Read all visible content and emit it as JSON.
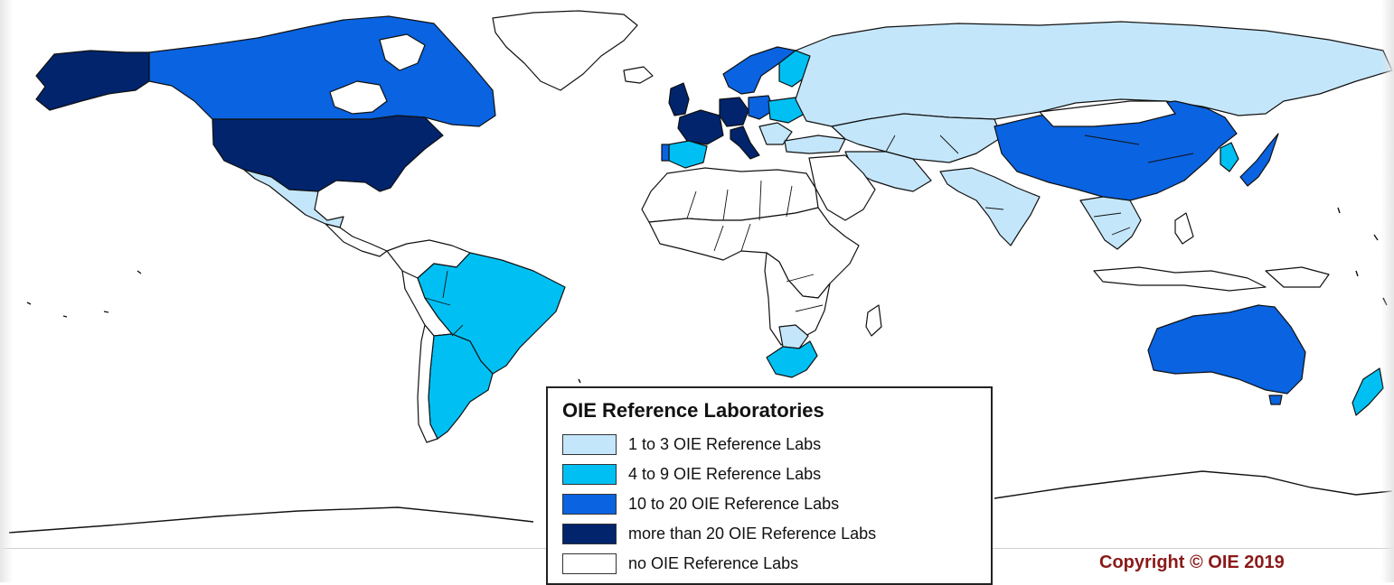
{
  "legend": {
    "title": "OIE Reference Laboratories",
    "items": [
      {
        "label": "1 to 3 OIE Reference Labs",
        "color": "#c4e6fa"
      },
      {
        "label": "4 to 9 OIE Reference Labs",
        "color": "#00c0f3"
      },
      {
        "label": "10 to 20 OIE Reference Labs",
        "color": "#0a63e0"
      },
      {
        "label": "more than 20 OIE Reference Labs",
        "color": "#01246c"
      },
      {
        "label": "no OIE Reference Labs",
        "color": "#ffffff"
      }
    ]
  },
  "copyright": "Copyright © OIE 2019",
  "colors": {
    "tier1": "#c4e6fa",
    "tier2": "#00c0f3",
    "tier3": "#0a63e0",
    "tier4": "#01246c",
    "none": "#ffffff",
    "copyright_text": "#8b1a1a"
  }
}
